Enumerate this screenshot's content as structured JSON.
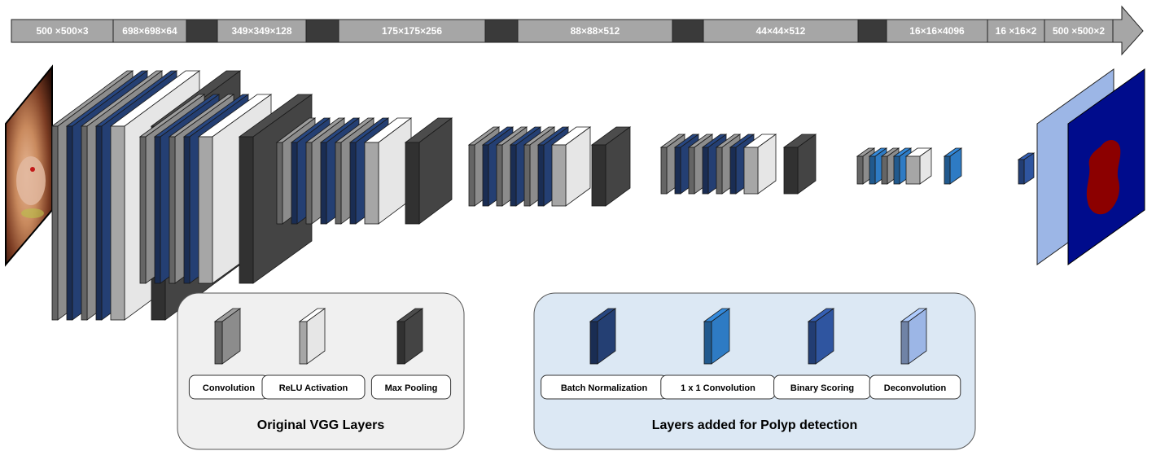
{
  "dimension_bar": {
    "segments": [
      {
        "label": "500 ×500×3",
        "dark": false
      },
      {
        "label": "698×698×64",
        "dark": false
      },
      {
        "label": "",
        "dark": true
      },
      {
        "label": "349×349×128",
        "dark": false
      },
      {
        "label": "",
        "dark": true
      },
      {
        "label": "175×175×256",
        "dark": false
      },
      {
        "label": "",
        "dark": true
      },
      {
        "label": "88×88×512",
        "dark": false
      },
      {
        "label": "",
        "dark": true
      },
      {
        "label": "44×44×512",
        "dark": false
      },
      {
        "label": "",
        "dark": true
      },
      {
        "label": "16×16×4096",
        "dark": false
      },
      {
        "label": "16 ×16×2",
        "dark": false
      },
      {
        "label": "500 ×500×2",
        "dark": false
      }
    ]
  },
  "colors": {
    "convolution": "#8c8c8c",
    "relu": "#e6e6e6",
    "maxpool": "#444444",
    "batchnorm": "#243f73",
    "conv1x1": "#2e7bc4",
    "binary_scoring": "#2f55a0",
    "deconvolution": "#9cb6e6",
    "bar_light": "#a6a6a6",
    "bar_dark": "#3a3a3a",
    "output_bg": "#000c8c",
    "polyp_mask": "#8c0000"
  },
  "network": {
    "layer_sequence": [
      "C",
      "B",
      "C",
      "B",
      "R",
      "P",
      "C",
      "B",
      "C",
      "B",
      "R",
      "P",
      "C",
      "B",
      "C",
      "B",
      "C",
      "B",
      "R",
      "P",
      "C",
      "B",
      "C",
      "B",
      "C",
      "B",
      "R",
      "P",
      "C",
      "B",
      "C",
      "B",
      "C",
      "B",
      "R",
      "P",
      "C",
      "K",
      "C",
      "K",
      "R",
      "K"
    ]
  },
  "legend_vgg": {
    "title": "Original VGG Layers",
    "items": [
      {
        "label": "Convolution",
        "type": "convolution"
      },
      {
        "label": "ReLU Activation",
        "type": "relu"
      },
      {
        "label": "Max Pooling",
        "type": "maxpool"
      }
    ]
  },
  "legend_polyp": {
    "title": "Layers added for Polyp detection",
    "items": [
      {
        "label": "Batch Normalization",
        "type": "batchnorm"
      },
      {
        "label": "1 x 1 Convolution",
        "type": "conv1x1"
      },
      {
        "label": "Binary Scoring",
        "type": "binary_scoring"
      },
      {
        "label": "Deconvolution",
        "type": "deconvolution"
      }
    ]
  }
}
